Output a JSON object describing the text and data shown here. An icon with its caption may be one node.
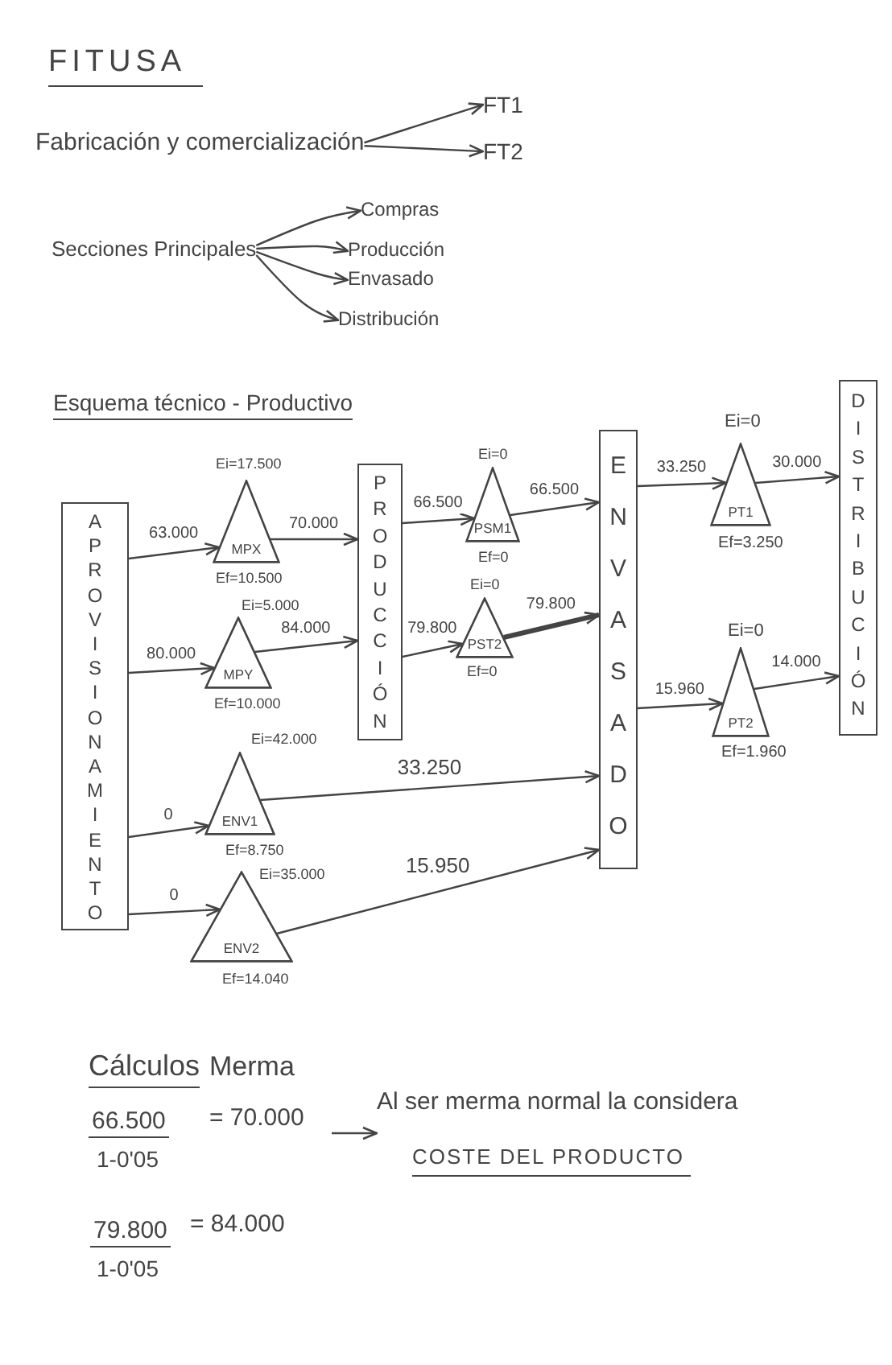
{
  "diagram": {
    "title": "FITUSA",
    "nodes": [
      {
        "text": [
          "Fabricación y comercialización"
        ]
      },
      {
        "text": [
          "FT1"
        ]
      },
      {
        "text": [
          "FT2"
        ]
      },
      {
        "text": [
          "Secciones Principales"
        ]
      },
      {
        "text": [
          "Compras"
        ]
      },
      {
        "text": [
          "Producción"
        ]
      },
      {
        "text": [
          "Envasado"
        ]
      },
      {
        "text": [
          "Distribución"
        ]
      },
      {
        "text": [
          "APROVISIONAMIENTO"
        ]
      },
      {
        "text": [
          "MPX"
        ],
        "beside": [
          "Ei=17.500",
          "Ef=10.500"
        ]
      },
      {
        "text": [
          "MPY"
        ],
        "beside": [
          "Ei=5.000",
          "Ef=10.000"
        ]
      },
      {
        "text": [
          "PRODUCCIÓN"
        ]
      },
      {
        "text": [
          "PSM1"
        ],
        "beside": [
          "Ei=0",
          "Ef=0"
        ]
      },
      {
        "text": [
          "PST2"
        ],
        "beside": [
          "Ei=0",
          "Ef=0"
        ]
      },
      {
        "text": [
          "ENV1"
        ],
        "beside": [
          "Ei=42.000",
          "Ef=8.750"
        ]
      },
      {
        "text": [
          "ENV2"
        ],
        "beside": [
          "Ei=35.000",
          "Ef=14.040"
        ]
      },
      {
        "text": [
          "ENVASADO"
        ]
      },
      {
        "text": [
          "PT1"
        ],
        "beside": [
          "Ei=0",
          "Ef=3.250"
        ]
      },
      {
        "text": [
          "PT2"
        ],
        "beside": [
          "Ei=0",
          "Ef=1.960"
        ]
      },
      {
        "text": [
          "DISTRIBUCIÓN"
        ]
      },
      {
        "text": [
          "66.500",
          "1-0'05",
          "= 70.000"
        ]
      },
      {
        "text": [
          "Al ser merma normal la considera",
          "COSTE DEL PRODUCTO"
        ]
      }
    ],
    "edges": [
      {
        "from": 0,
        "to": 1,
        "arrow": "to"
      },
      {
        "from": 0,
        "to": 2,
        "arrow": "to"
      },
      {
        "from": 3,
        "to": 4,
        "arrow": "to"
      },
      {
        "from": 3,
        "to": 5,
        "arrow": "to"
      },
      {
        "from": 3,
        "to": 6,
        "arrow": "to"
      },
      {
        "from": 3,
        "to": 7,
        "arrow": "to"
      },
      {
        "from": 8,
        "to": 9,
        "arrow": "to",
        "label": "63.000"
      },
      {
        "from": 9,
        "to": 11,
        "arrow": "to",
        "label": "70.000"
      },
      {
        "from": 8,
        "to": 10,
        "arrow": "to",
        "label": "80.000"
      },
      {
        "from": 10,
        "to": 11,
        "arrow": "to",
        "label": "84.000"
      },
      {
        "from": 11,
        "to": 12,
        "arrow": "to",
        "label": "66.500"
      },
      {
        "from": 12,
        "to": 16,
        "arrow": "to",
        "label": "66.500"
      },
      {
        "from": 11,
        "to": 13,
        "arrow": "to",
        "label": "79.800"
      },
      {
        "from": 13,
        "to": 16,
        "arrow": "to",
        "label": "79.800",
        "style": "thick"
      },
      {
        "from": 8,
        "to": 14,
        "arrow": "to",
        "label": "0"
      },
      {
        "from": 14,
        "to": 16,
        "arrow": "to",
        "label": "33.250"
      },
      {
        "from": 8,
        "to": 15,
        "arrow": "to",
        "label": "0"
      },
      {
        "from": 15,
        "to": 16,
        "arrow": "to",
        "label": "15.950"
      },
      {
        "from": 16,
        "to": 17,
        "arrow": "to",
        "label": "33.250"
      },
      {
        "from": 17,
        "to": 19,
        "arrow": "to",
        "label": "30.000"
      },
      {
        "from": 16,
        "to": 18,
        "arrow": "to",
        "label": "15.960"
      },
      {
        "from": 18,
        "to": 19,
        "arrow": "to",
        "label": "14.000"
      },
      {
        "from": 20,
        "to": 21,
        "arrow": "to"
      }
    ],
    "labels": [
      "Esquema técnico - Productivo",
      "Cálculos",
      "Merma",
      "79.800",
      "1-0'05",
      "= 84.000"
    ]
  }
}
